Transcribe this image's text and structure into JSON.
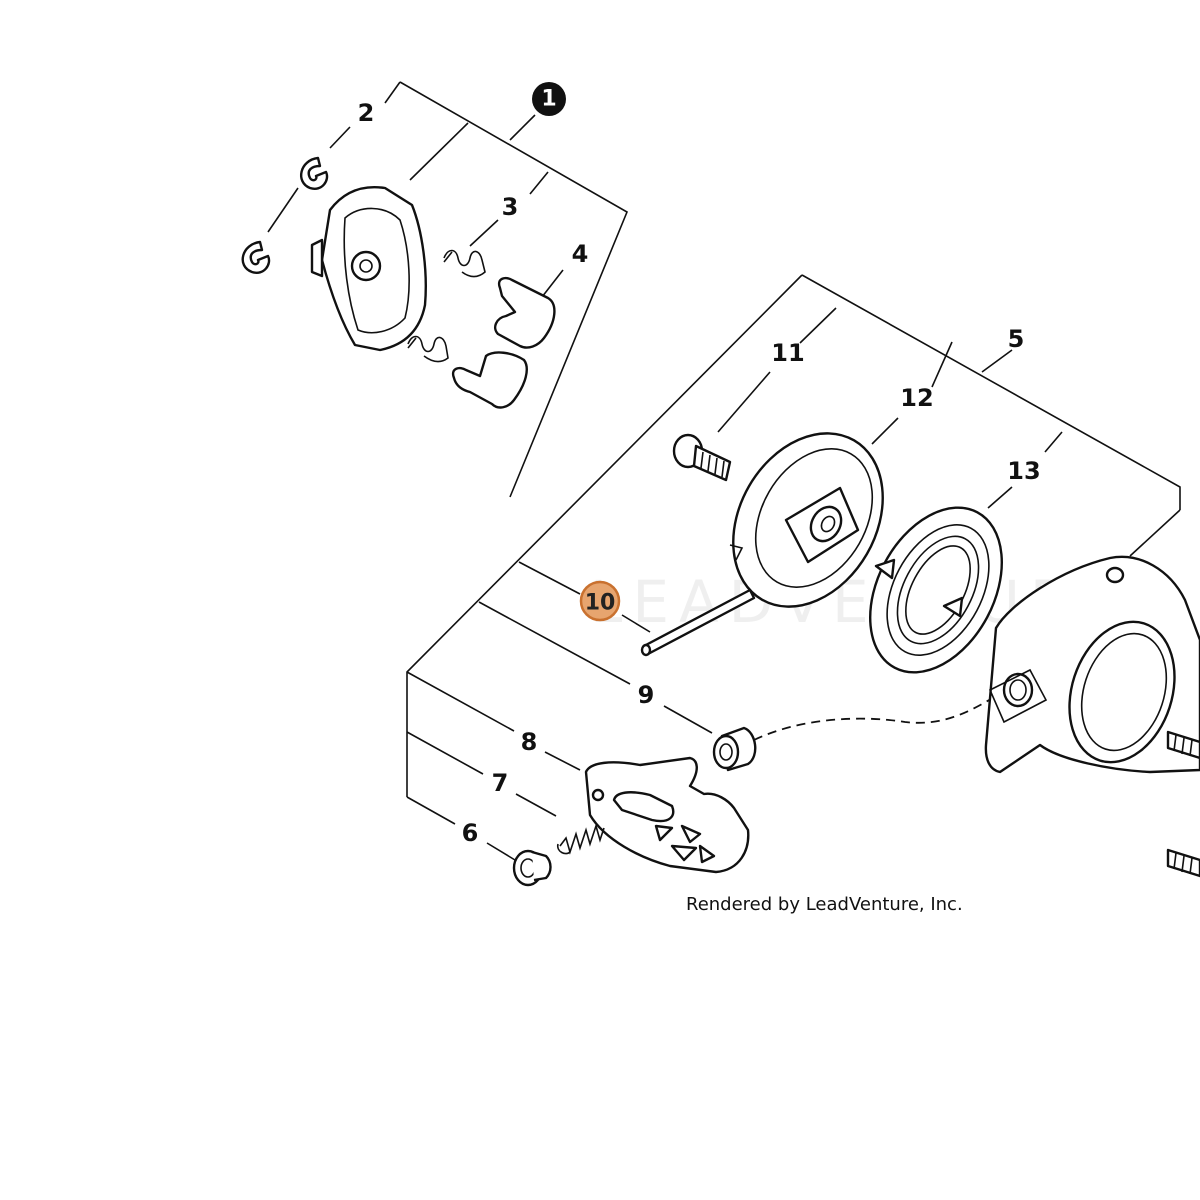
{
  "diagram": {
    "callouts": [
      "1",
      "2",
      "3",
      "4",
      "5",
      "6",
      "7",
      "8",
      "9",
      "10",
      "11",
      "12",
      "13"
    ],
    "highlighted_callout": "10",
    "watermark": "LEADVENTURE",
    "credit": "Rendered by LeadVenture, Inc."
  },
  "colors": {
    "highlight_fill": "#E7A56F",
    "highlight_stroke": "#C9712F",
    "line": "#111111",
    "background": "#FFFFFF"
  }
}
